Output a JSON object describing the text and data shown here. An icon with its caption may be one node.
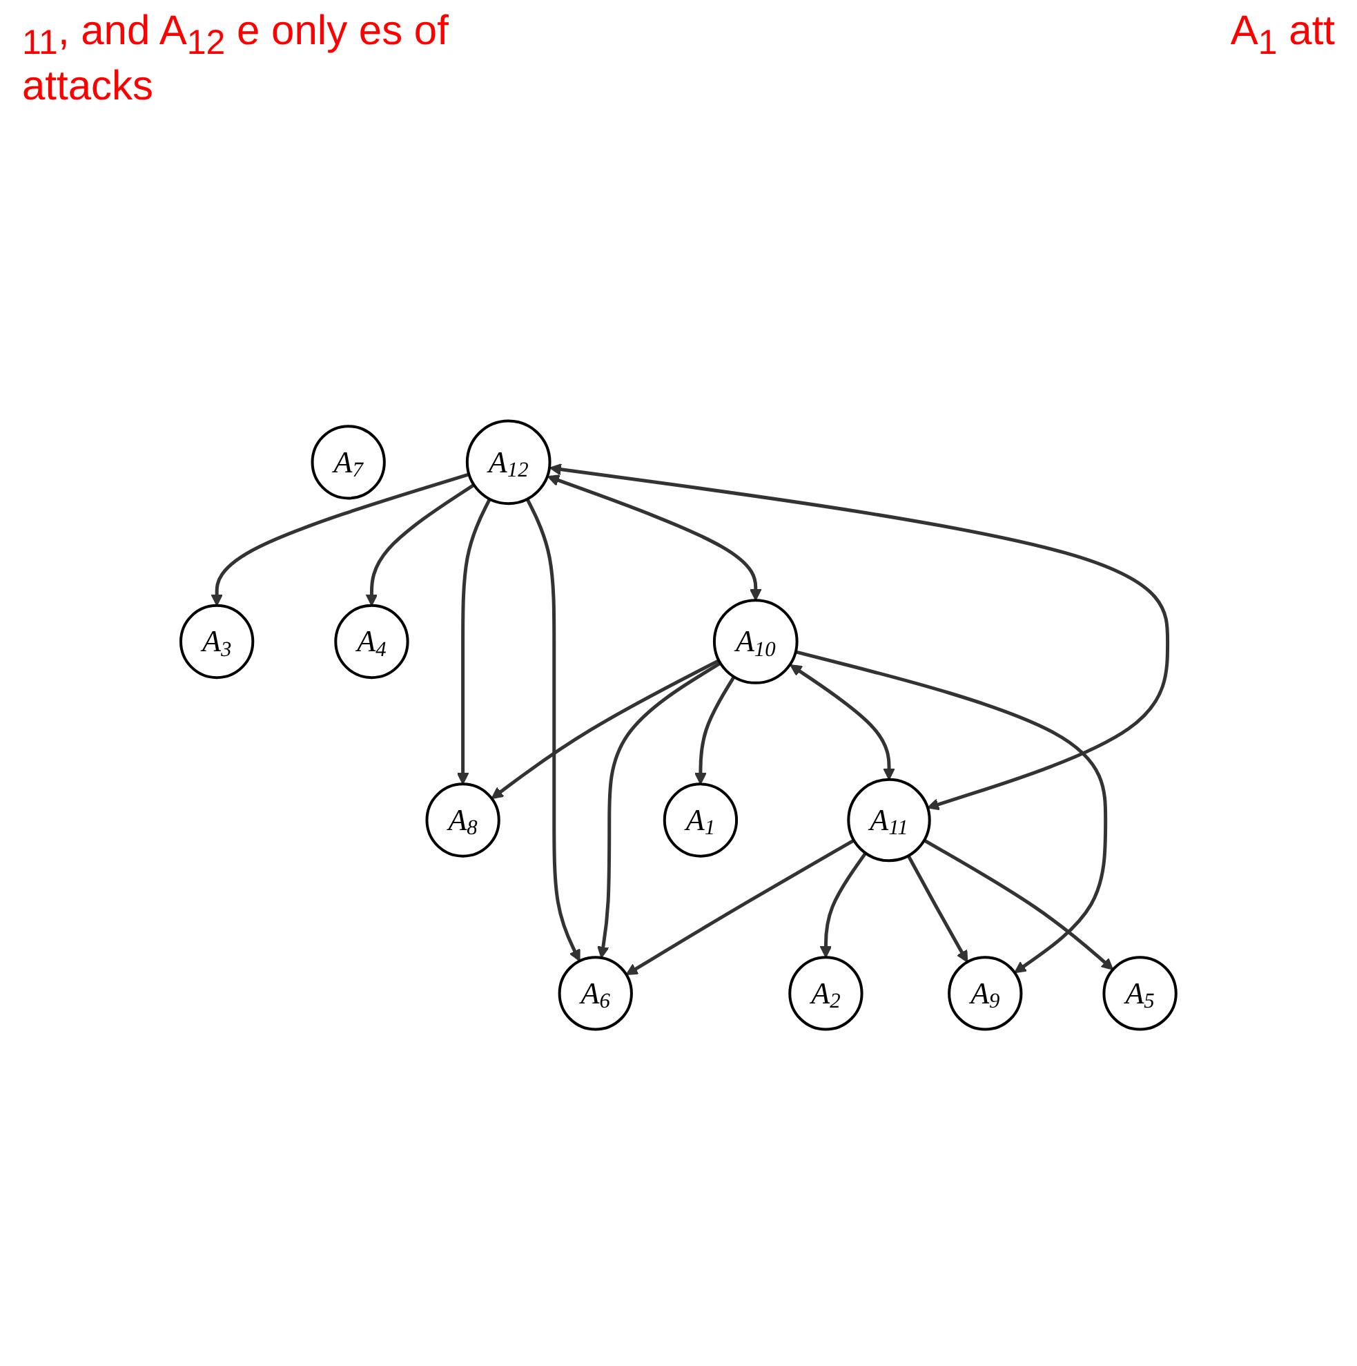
{
  "diagram": {
    "nodes": [
      {
        "text": [
          "A$_{3}$"
        ]
      },
      {
        "text": [
          "A$_{4}$"
        ]
      },
      {
        "text": [
          "A$_{12}$"
        ]
      },
      {
        "text": [
          "A$_{8}$"
        ]
      },
      {
        "text": [
          "A$_{7}$"
        ]
      },
      {
        "text": [
          "A$_{6}$"
        ]
      },
      {
        "text": [
          "A$_{1}$"
        ]
      },
      {
        "text": [
          "A$_{10}$"
        ]
      },
      {
        "text": [
          "A$_{11}$"
        ]
      },
      {
        "text": [
          "A$_{2}$"
        ]
      },
      {
        "text": [
          "A$_{9}$"
        ]
      },
      {
        "text": [
          "A$_{5}$"
        ]
      }
    ],
    "edges": [
      {
        "from": 2,
        "to": 0,
        "arrow": "to"
      },
      {
        "from": 2,
        "to": 1,
        "arrow": "to"
      },
      {
        "from": 2,
        "to": 3,
        "arrow": "to"
      },
      {
        "from": 2,
        "to": 5,
        "arrow": "to"
      },
      {
        "from": 2,
        "to": 7,
        "arrow": "both"
      },
      {
        "from": 2,
        "to": 8,
        "arrow": "both"
      },
      {
        "from": 7,
        "to": 3,
        "arrow": "to"
      },
      {
        "from": 7,
        "to": 5,
        "arrow": "to"
      },
      {
        "from": 8,
        "to": 5,
        "arrow": "to"
      },
      {
        "from": 7,
        "to": 6,
        "arrow": "to"
      },
      {
        "from": 7,
        "to": 8,
        "arrow": "both"
      },
      {
        "from": 8,
        "to": 9,
        "arrow": "to"
      },
      {
        "from": 7,
        "to": 10,
        "arrow": "to"
      },
      {
        "from": 8,
        "to": 10,
        "arrow": "to"
      },
      {
        "from": 8,
        "to": 11,
        "arrow": "to"
      }
    ],
    "labels": [
      "$_{11}$, and A$_{12}$ e only es of attacks",
      "A$_{1}$ att"
    ]
  }
}
